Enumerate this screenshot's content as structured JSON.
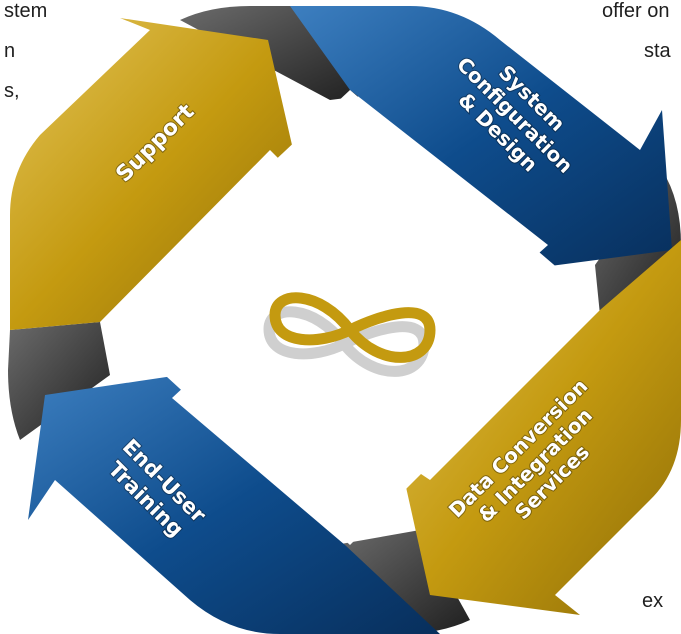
{
  "side_text": {
    "left": [
      "stem",
      "n",
      "s,"
    ],
    "right_top": [
      "offer on",
      "sta"
    ],
    "right_bottom": "ex"
  },
  "cycle": {
    "center_symbol": "∞",
    "segments": [
      {
        "name": "support",
        "lines": [
          "Support"
        ],
        "color": "#C49A10"
      },
      {
        "name": "system-config",
        "lines": [
          "System",
          "Configuration",
          "& Design"
        ],
        "color": "#0E4C8C"
      },
      {
        "name": "data-conversion",
        "lines": [
          "Data Conversion",
          "& Integration",
          "Services"
        ],
        "color": "#C49A10"
      },
      {
        "name": "end-user-training",
        "lines": [
          "End-User",
          "Training"
        ],
        "color": "#0E4C8C"
      }
    ],
    "colors": {
      "gold": "#C49A10",
      "blue": "#0E4C8C",
      "dark_joint": "#3a3a3a"
    }
  }
}
